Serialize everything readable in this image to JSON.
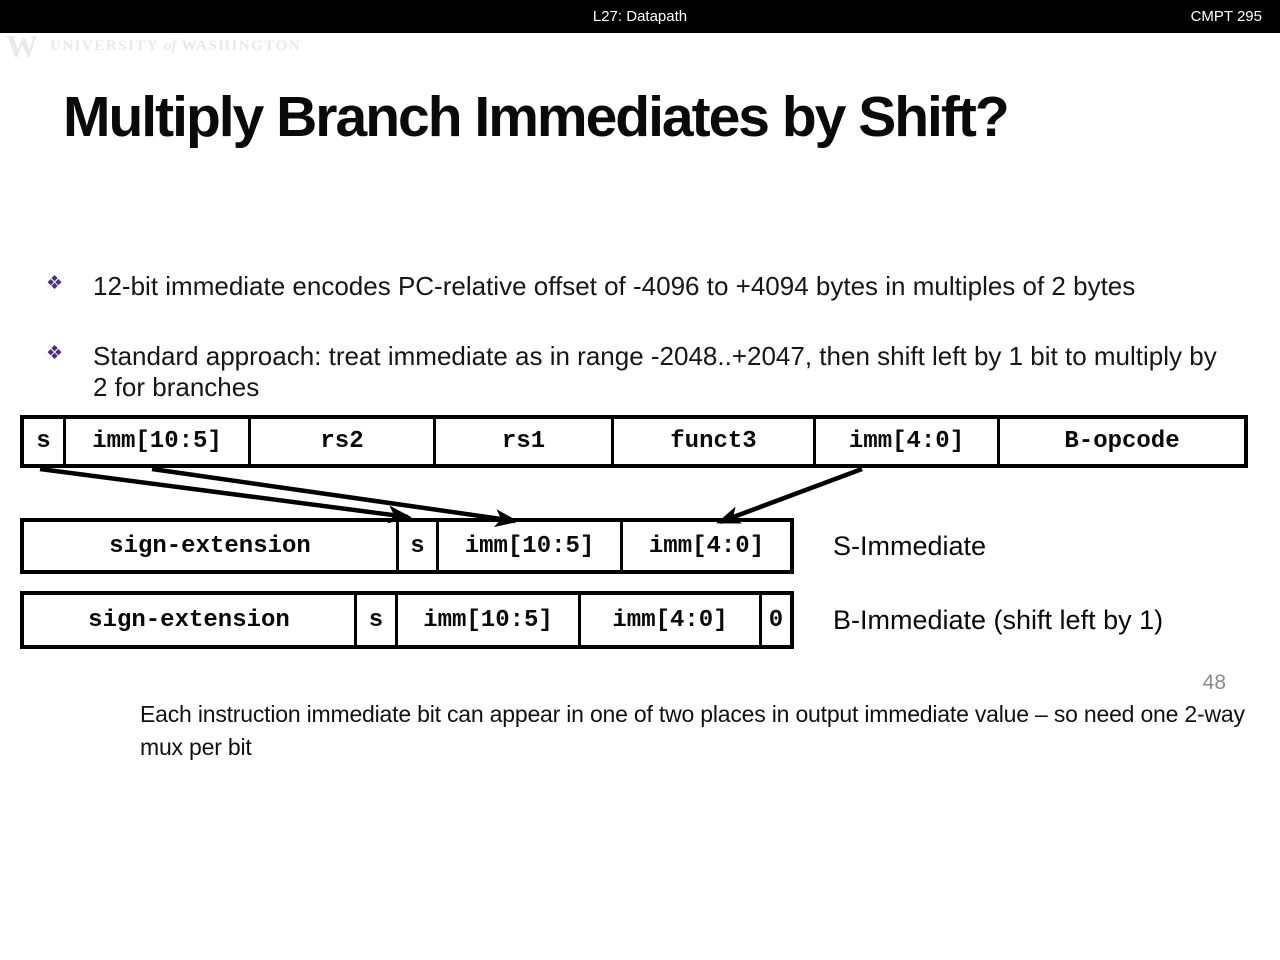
{
  "header": {
    "lecture": "L27: Datapath",
    "course": "CMPT 295"
  },
  "logo": {
    "mark": "W",
    "university": "UNIVERSITY",
    "of": "of",
    "washington": "WASHINGTON"
  },
  "slide": {
    "title": "Multiply Branch Immediates by Shift?",
    "bullets": [
      {
        "marker": "❖",
        "text": "12-bit immediate encodes PC-relative offset of -4096 to +4094 bytes in multiples of 2 bytes"
      },
      {
        "marker": "❖",
        "text": "Standard approach: treat immediate as in range -2048..+2047, then shift left by 1 bit to multiply by 2 for branches"
      }
    ],
    "page_number": "48",
    "note": "Each instruction immediate bit can appear in one of two places in output immediate value – so need one 2-way mux per bit"
  },
  "diagram": {
    "instruction_fields": [
      "s",
      "imm[10:5]",
      "rs2",
      "rs1",
      "funct3",
      "imm[4:0]",
      "B-opcode"
    ],
    "s_immediate": {
      "label": "S-Immediate",
      "fields": [
        "sign-extension",
        "s",
        "imm[10:5]",
        "imm[4:0]"
      ]
    },
    "b_immediate": {
      "label": "B-Immediate (shift left by 1)",
      "fields": [
        "sign-extension",
        "s",
        "imm[10:5]",
        "imm[4:0]",
        "0"
      ]
    }
  },
  "colors": {
    "topbar_bg": "#000000",
    "topbar_text": "#ffffff",
    "bullet_marker": "#4b2e83",
    "box_border": "#000000",
    "page_number": "#8b8b8b",
    "logo": "#e9e9e6"
  }
}
